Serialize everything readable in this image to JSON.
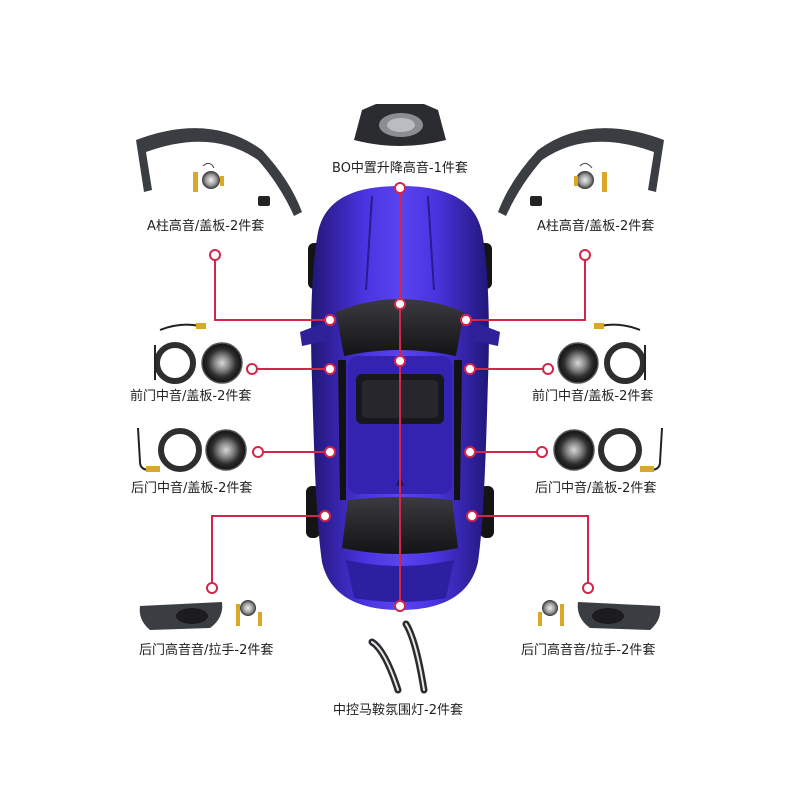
{
  "labels": {
    "top_center": "BO中置升降高音-1件套",
    "a_pillar_left": "A柱高音/盖板-2件套",
    "a_pillar_right": "A柱高音/盖板-2件套",
    "front_door_left": "前门中音/盖板-2件套",
    "front_door_right": "前门中音/盖板-2件套",
    "rear_door_mid_left": "后门中音/盖板-2件套",
    "rear_door_mid_right": "后门中音/盖板-2件套",
    "rear_door_tweeter_left": "后门高音音/拉手-2件套",
    "rear_door_tweeter_right": "后门高音音/拉手-2件套",
    "console_ambient": "中控马鞍氛围灯-2件套"
  },
  "colors": {
    "car_body": "#3b27c4",
    "leader_line": "#d4264a",
    "parts": "#3a3d42"
  }
}
